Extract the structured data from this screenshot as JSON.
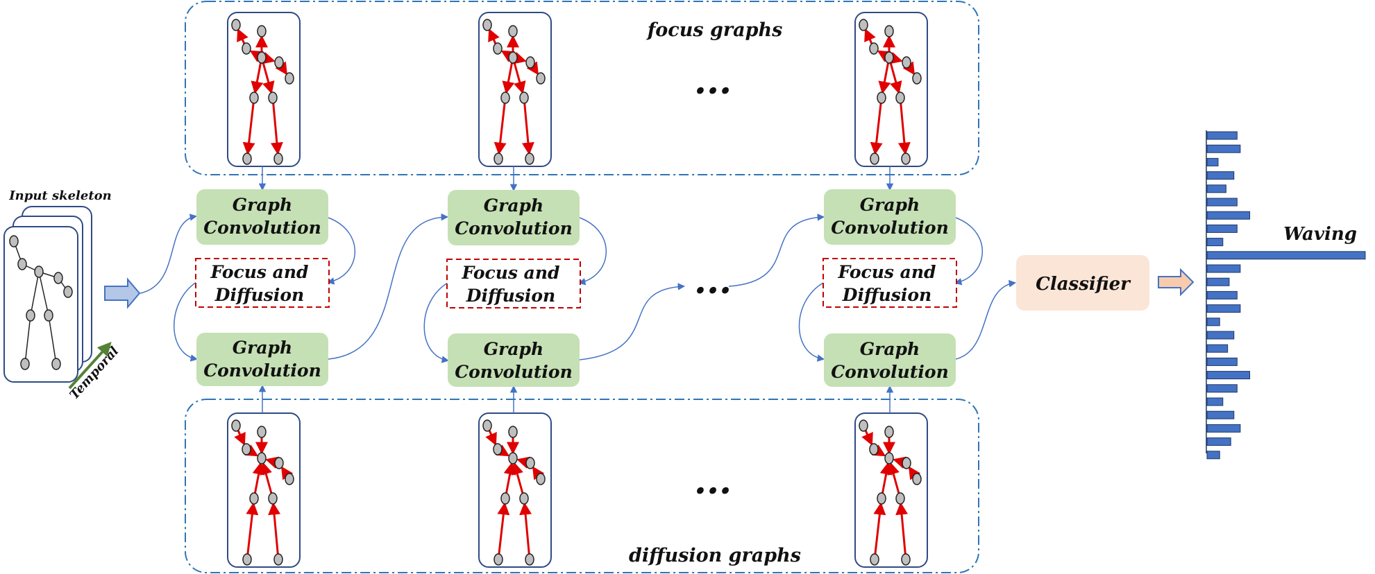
{
  "labels": {
    "input_skeleton": "Input skeleton",
    "temporal": "Temporal",
    "focus_graphs": "focus graphs",
    "diffusion_graphs": "diffusion graphs",
    "graph_convolution_line1": "Graph",
    "graph_convolution_line2": "Convolution",
    "focus_diffusion_line1": "Focus and",
    "focus_diffusion_line2": "Diffusion",
    "classifier": "Classifier",
    "output_class": "Waving",
    "ellipsis": "..."
  },
  "colors": {
    "graph_conv_fill": "#c5e0b4",
    "focus_diffusion_border": "#c00000",
    "classifier_fill": "#fbe5d6",
    "skeleton_edge": "#e00000",
    "joint_fill": "#bfbfbf",
    "connector": "#4472c4",
    "dashdot_border": "#2e75b6",
    "bar_fill": "#4472c4",
    "input_arrow_fill": "#b4c7e7",
    "output_arrow_fill": "#f8cbad",
    "temporal_arrow": "#548235"
  },
  "output_bars": [
    0.19,
    0.21,
    0.07,
    0.17,
    0.12,
    0.19,
    0.27,
    0.19,
    0.1,
    1.0,
    0.21,
    0.14,
    0.19,
    0.21,
    0.08,
    0.17,
    0.13,
    0.19,
    0.27,
    0.19,
    0.1,
    0.17,
    0.21,
    0.15,
    0.08
  ]
}
